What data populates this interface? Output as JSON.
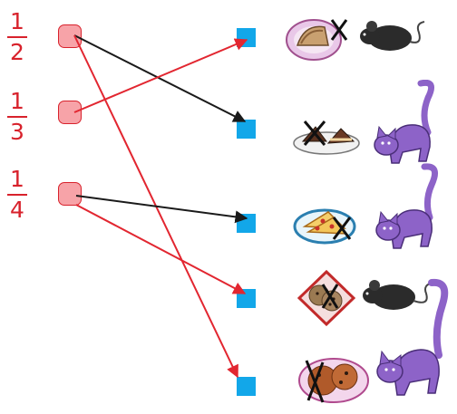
{
  "fractions": [
    {
      "numerator": "1",
      "denominator": "2"
    },
    {
      "numerator": "1",
      "denominator": "3"
    },
    {
      "numerator": "1",
      "denominator": "4"
    }
  ],
  "rows": [
    {
      "food": "pie",
      "animal": "mouse"
    },
    {
      "food": "cake",
      "animal": "cat"
    },
    {
      "food": "pizza",
      "animal": "cat"
    },
    {
      "food": "cookies",
      "animal": "mouse"
    },
    {
      "food": "cookies",
      "animal": "cat"
    }
  ],
  "connections": [
    {
      "from_fraction": "1/2",
      "to_row": 2,
      "color": "black"
    },
    {
      "from_fraction": "1/2",
      "to_row": 5,
      "color": "red"
    },
    {
      "from_fraction": "1/3",
      "to_row": 1,
      "color": "red"
    },
    {
      "from_fraction": "1/4",
      "to_row": 3,
      "color": "black"
    },
    {
      "from_fraction": "1/4",
      "to_row": 4,
      "color": "red"
    }
  ],
  "colors": {
    "fraction_text": "#d8222c",
    "source_box_fill": "#f7a3a8",
    "target_box_fill": "#12a7e9",
    "arrow_red": "#e22630",
    "arrow_black": "#1a1a1a",
    "cat": "#8d63c8",
    "mouse": "#2b2b2b"
  }
}
